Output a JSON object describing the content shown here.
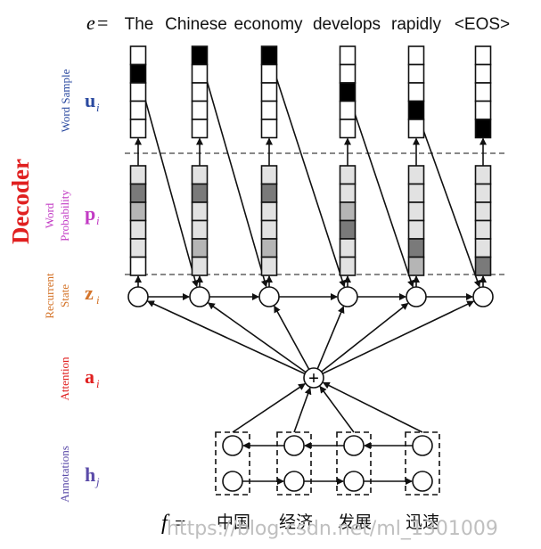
{
  "decoder_label": "Decoder",
  "e_label": "e",
  "e_equals": "=",
  "output_tokens": [
    "The",
    "Chinese",
    "economy",
    "develops",
    "rapidly",
    "<EOS>"
  ],
  "f_label": "f",
  "f_equals": "=",
  "input_tokens": [
    "中国",
    "经济",
    "发展",
    "迅速"
  ],
  "rows": {
    "word_sample": {
      "side_label": "Word Sample",
      "var": "u",
      "sub": "i",
      "color": "#2b4aa0"
    },
    "word_probability": {
      "side_label_lines": [
        "Word",
        "Probability"
      ],
      "var": "p",
      "sub": "i",
      "color": "#c23bc4"
    },
    "recurrent_state": {
      "side_label_lines": [
        "Recurrent",
        "State"
      ],
      "var": "z",
      "sub": "i",
      "color": "#d4742a"
    },
    "attention": {
      "side_label": "Attention",
      "var": "a",
      "sub": "i",
      "color": "#e02020"
    },
    "annotations": {
      "side_label": "Annotations",
      "var": "h",
      "sub": "j",
      "color": "#5a4aa8"
    }
  },
  "combine_symbol": "+",
  "colors": {
    "decoder": "#e02020",
    "black_cell": "#000000",
    "dark_gray": "#7a7a7a",
    "mid_gray": "#b5b5b5",
    "light_gray": "#e2e2e2",
    "white": "#ffffff"
  },
  "u_selected_cell": [
    1,
    0,
    0,
    2,
    3,
    4
  ],
  "p_shading": [
    [
      "light",
      "dark",
      "mid",
      "light",
      "light",
      "white"
    ],
    [
      "light",
      "dark",
      "light",
      "light",
      "mid",
      "light"
    ],
    [
      "light",
      "dark",
      "light",
      "light",
      "mid",
      "light"
    ],
    [
      "light",
      "light",
      "mid",
      "dark",
      "light",
      "light"
    ],
    [
      "light",
      "light",
      "light",
      "light",
      "dark",
      "mid"
    ],
    [
      "light",
      "light",
      "light",
      "light",
      "light",
      "dark"
    ]
  ],
  "watermark": "https://blog.csdn.net/ml_1301009"
}
